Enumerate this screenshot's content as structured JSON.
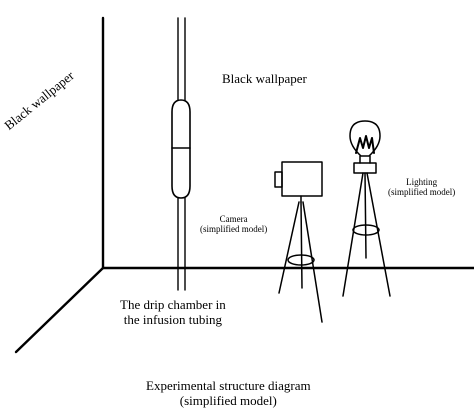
{
  "labels": {
    "back_wall": "Black wallpaper",
    "side_wall": "Black wallpaper",
    "drip_chamber": [
      "The drip chamber in",
      "the infusion tubing"
    ],
    "camera": [
      "Camera",
      "(simplified model)"
    ],
    "lighting": [
      "Lighting",
      "(simplified model)"
    ],
    "caption": [
      "Experimental structure diagram",
      "(simplified model)"
    ]
  },
  "colors": {
    "line": "#000000",
    "background": "#ffffff"
  }
}
